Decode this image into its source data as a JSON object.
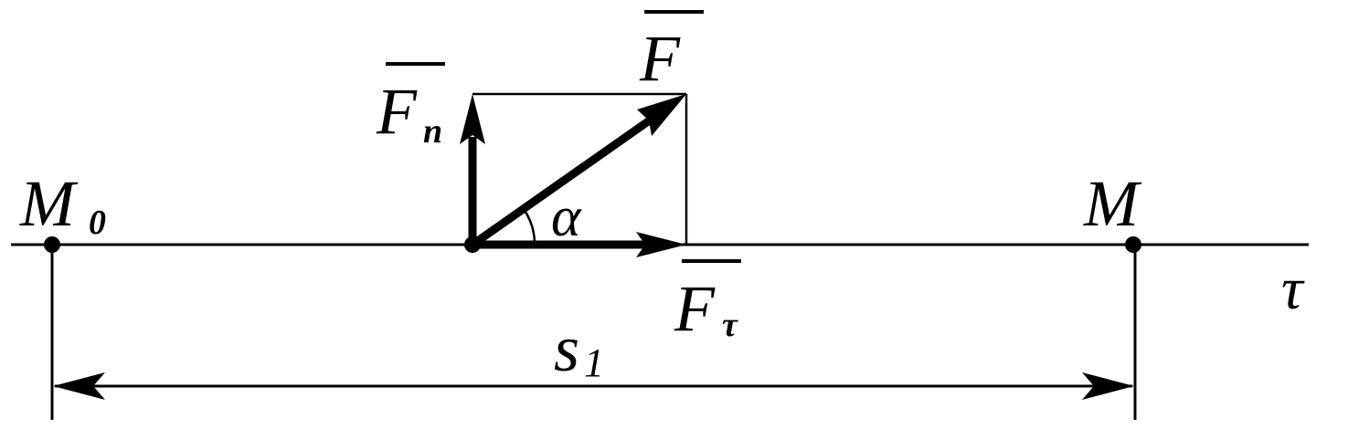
{
  "labels": {
    "m0_main": "M",
    "m0_sub": "0",
    "m_main": "M",
    "f_main": "F",
    "fn_main": "F",
    "fn_sub": "n",
    "ftau_main": "F",
    "ftau_sub": "τ",
    "alpha": "α",
    "tau_axis": "τ",
    "s_main": "s",
    "s_sub": "1"
  },
  "colors": {
    "ink": "#000000",
    "background": "#ffffff"
  }
}
